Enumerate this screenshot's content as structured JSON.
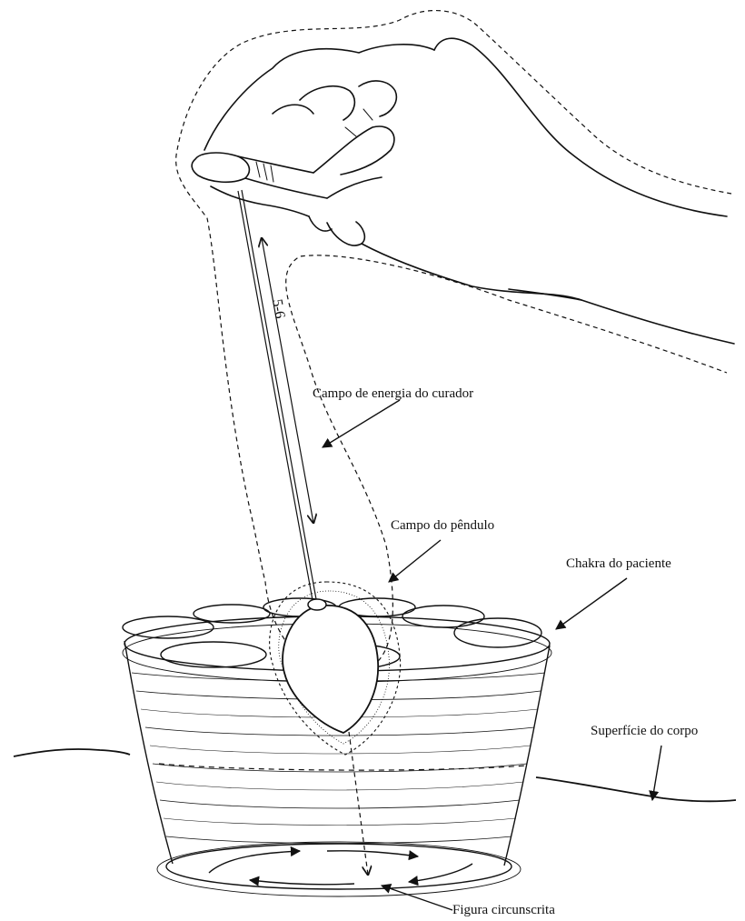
{
  "labels": {
    "healer_field": "Campo de energia do curador",
    "pendulum_field": "Campo do pêndulo",
    "patient_chakra": "Chakra do paciente",
    "body_surface": "Superfície do corpo",
    "circumscribed_figure": "Figura circunscrita"
  },
  "measurement": "5-6",
  "colors": {
    "ink": "#111111",
    "background": "#ffffff"
  }
}
